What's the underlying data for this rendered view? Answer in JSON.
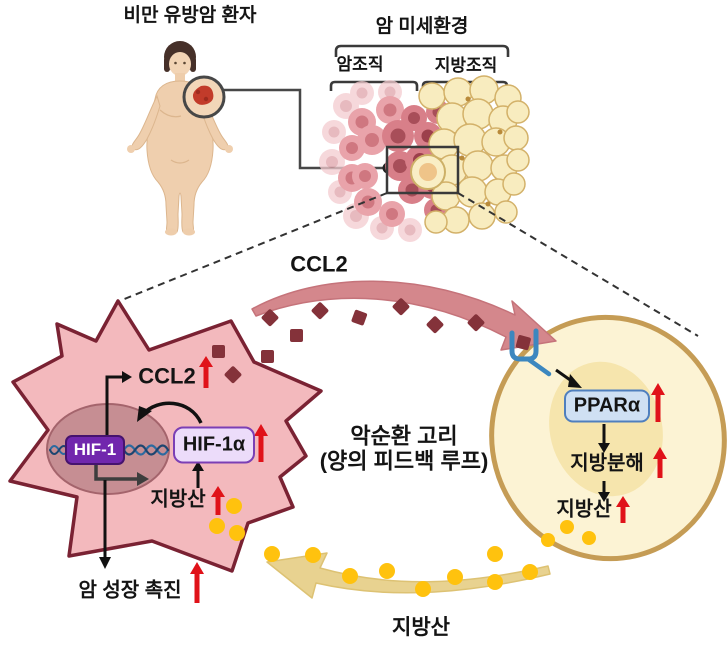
{
  "patient": {
    "title": "비만 유방암 환자"
  },
  "microenvironment": {
    "title": "암 미세환경",
    "tumor_tissue": "암조직",
    "adipose_tissue": "지방조직"
  },
  "tumor_cell": {
    "ccl2": "CCL2",
    "hif1": "HIF-1",
    "hif1a": "HIF-1α",
    "fatty_acid": "지방산",
    "growth": "암 성장 촉진"
  },
  "cycle": {
    "ccl2_arrow": "CCL2",
    "line1": "악순환 고리",
    "line2": "(양의 피드백 루프)",
    "fatty_acid_arrow": "지방산"
  },
  "adipocyte": {
    "ppara": "PPARα",
    "lipolysis": "지방분해",
    "fatty_acid": "지방산"
  },
  "colors": {
    "tumor_cell_fill": "#f3b9bd",
    "tumor_cell_border": "#7a2233",
    "nucleus_fill": "#c68e93",
    "hif1_box": "#7127ad",
    "hif1a_box": "#ecdcfa",
    "ppara_box": "#cfe0f3",
    "adipocyte_fill": "#fcf3d4",
    "adipocyte_border": "#c59c55",
    "ccl2_diamond": "#84323a",
    "ccl2_arrow": "#d4878c",
    "fatty_acid_dot": "#ffc20e",
    "fatty_acid_arrow": "#e8d290",
    "increase_arrow": "#e01219"
  }
}
